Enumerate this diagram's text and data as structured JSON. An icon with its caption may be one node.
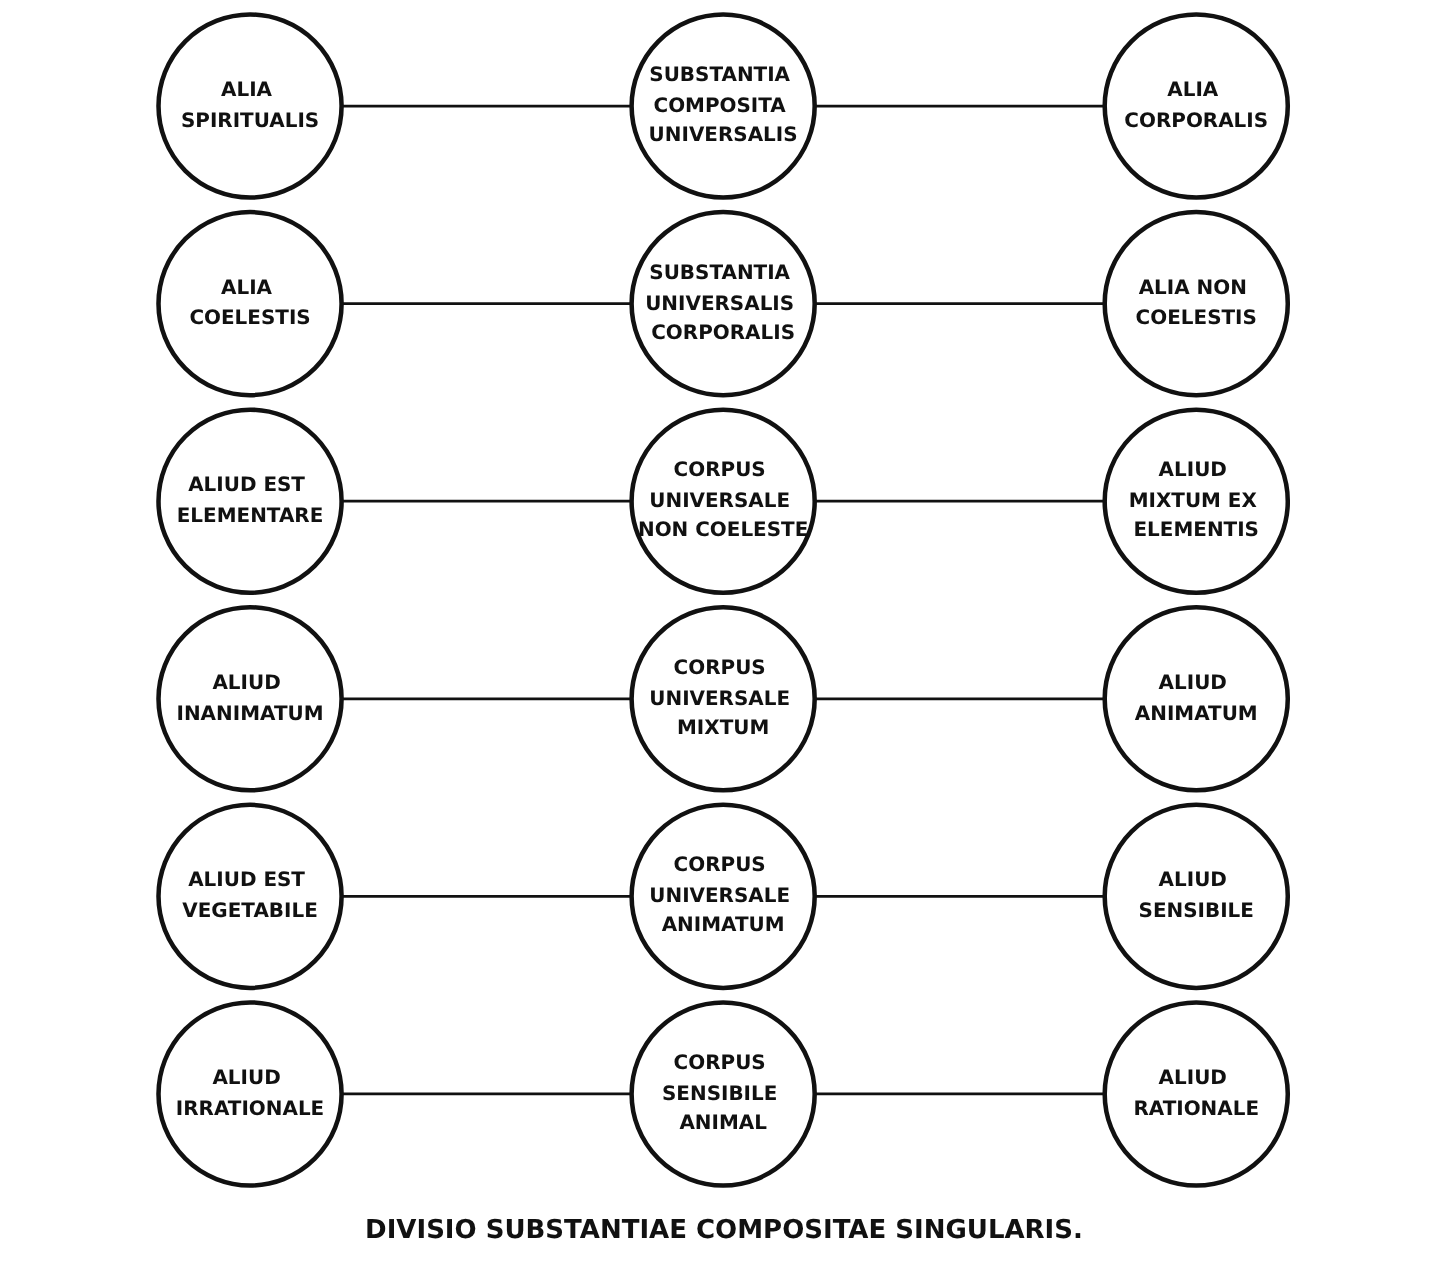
{
  "diagram": {
    "caption": "DIVISIO SUBSTANTIAE COMPOSITAE SINGULARIS.",
    "nodes": [
      {
        "text": [
          "SUBSTANTIA COMPOSITA UNIVERSALIS"
        ]
      },
      {
        "text": [
          "ALIA SPIRITUALIS"
        ]
      },
      {
        "text": [
          "ALIA CORPORALIS"
        ]
      },
      {
        "text": [
          "SUBSTANTIA UNIVERSALIS CORPORALIS"
        ]
      },
      {
        "text": [
          "ALIA COELESTIS"
        ]
      },
      {
        "text": [
          "ALIA NON COELESTIS"
        ]
      },
      {
        "text": [
          "CORPUS UNIVERSALE NON COELESTE"
        ]
      },
      {
        "text": [
          "ALIUD EST ELEMENTARE"
        ]
      },
      {
        "text": [
          "ALIUD MIXTUM EX ELEMENTIS"
        ]
      },
      {
        "text": [
          "CORPUS UNIVERSALE MIXTUM"
        ]
      },
      {
        "text": [
          "ALIUD INANIMATUM"
        ]
      },
      {
        "text": [
          "ALIUD ANIMATUM"
        ]
      },
      {
        "text": [
          "CORPUS UNIVERSALE ANIMATUM"
        ]
      },
      {
        "text": [
          "ALIUD EST VEGETABILE"
        ]
      },
      {
        "text": [
          "ALIUD SENSIBILE"
        ]
      },
      {
        "text": [
          "CORPUS SENSIBILE ANIMAL"
        ]
      },
      {
        "text": [
          "ALIUD IRRATIONALE"
        ]
      },
      {
        "text": [
          "ALIUD RATIONALE"
        ]
      }
    ],
    "edges": [
      {
        "from": 1,
        "to": 0,
        "arrow": "none"
      },
      {
        "from": 0,
        "to": 2,
        "arrow": "none"
      },
      {
        "from": 4,
        "to": 3,
        "arrow": "none"
      },
      {
        "from": 3,
        "to": 5,
        "arrow": "none"
      },
      {
        "from": 7,
        "to": 6,
        "arrow": "none"
      },
      {
        "from": 6,
        "to": 8,
        "arrow": "none"
      },
      {
        "from": 10,
        "to": 9,
        "arrow": "none"
      },
      {
        "from": 9,
        "to": 11,
        "arrow": "none"
      },
      {
        "from": 13,
        "to": 12,
        "arrow": "none"
      },
      {
        "from": 12,
        "to": 14,
        "arrow": "none"
      },
      {
        "from": 16,
        "to": 15,
        "arrow": "none"
      },
      {
        "from": 15,
        "to": 17,
        "arrow": "none"
      }
    ]
  }
}
